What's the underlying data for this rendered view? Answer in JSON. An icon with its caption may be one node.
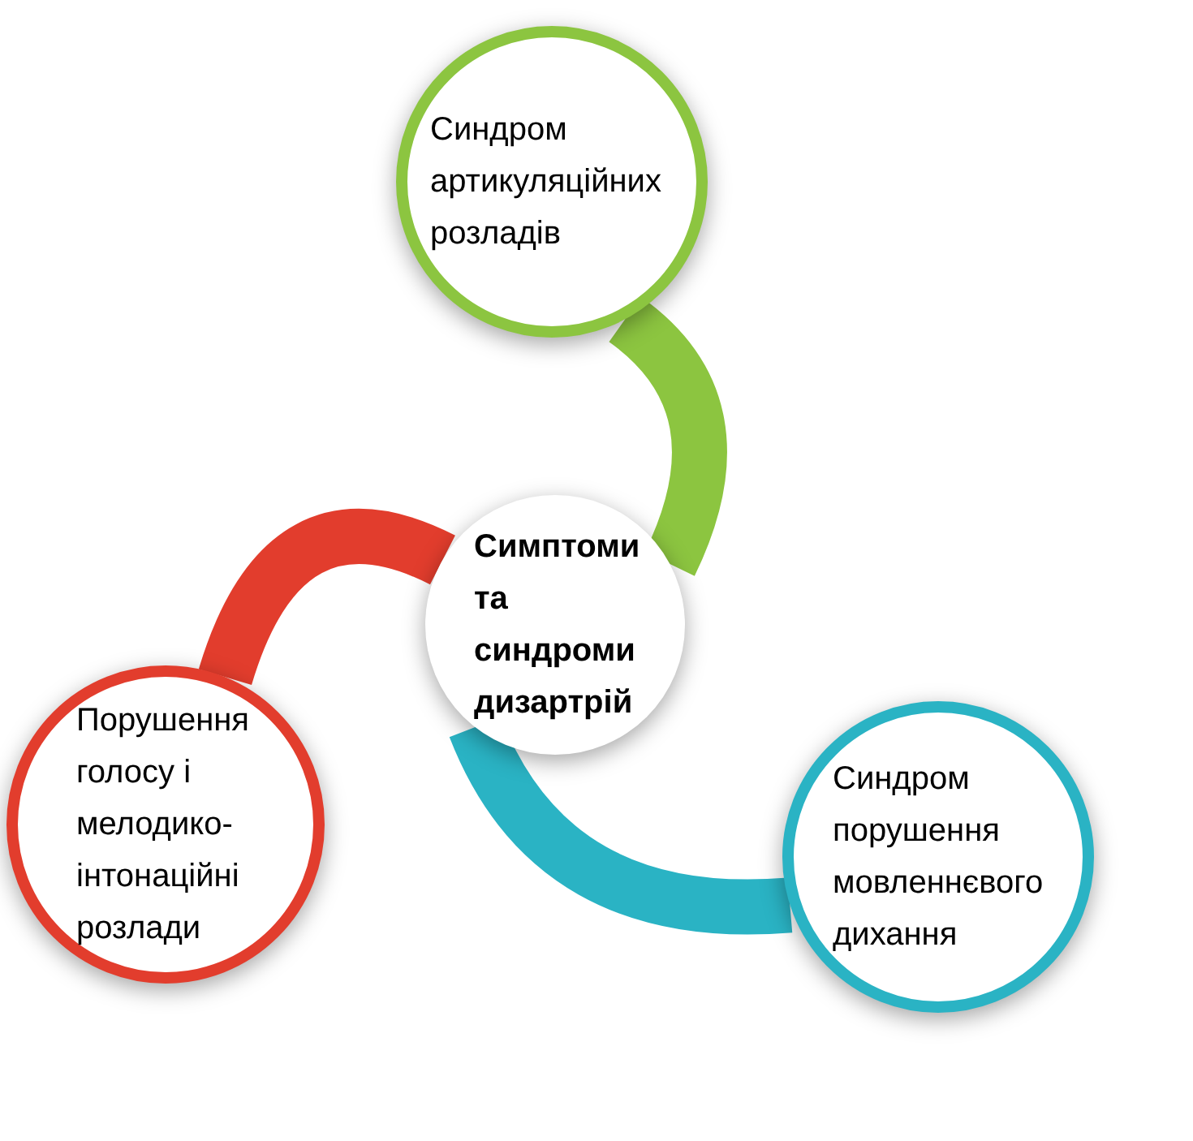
{
  "diagram": {
    "nodes": [
      {
        "text": [
          "Симптоми та синдроми дизартрій"
        ]
      },
      {
        "text": [
          "Синдром артикуляційних розладів"
        ]
      },
      {
        "text": [
          "Порушення голосу і мелодико-інтонаційні розлади"
        ]
      },
      {
        "text": [
          "Синдром порушення мовленнєвого дихання"
        ]
      }
    ],
    "edges": [
      {
        "from": 0,
        "to": 1,
        "arrow": "none",
        "color": "#8cc540"
      },
      {
        "from": 0,
        "to": 2,
        "arrow": "none",
        "color": "#e23d2d"
      },
      {
        "from": 0,
        "to": 3,
        "arrow": "none",
        "color": "#2ab3c4"
      }
    ]
  }
}
